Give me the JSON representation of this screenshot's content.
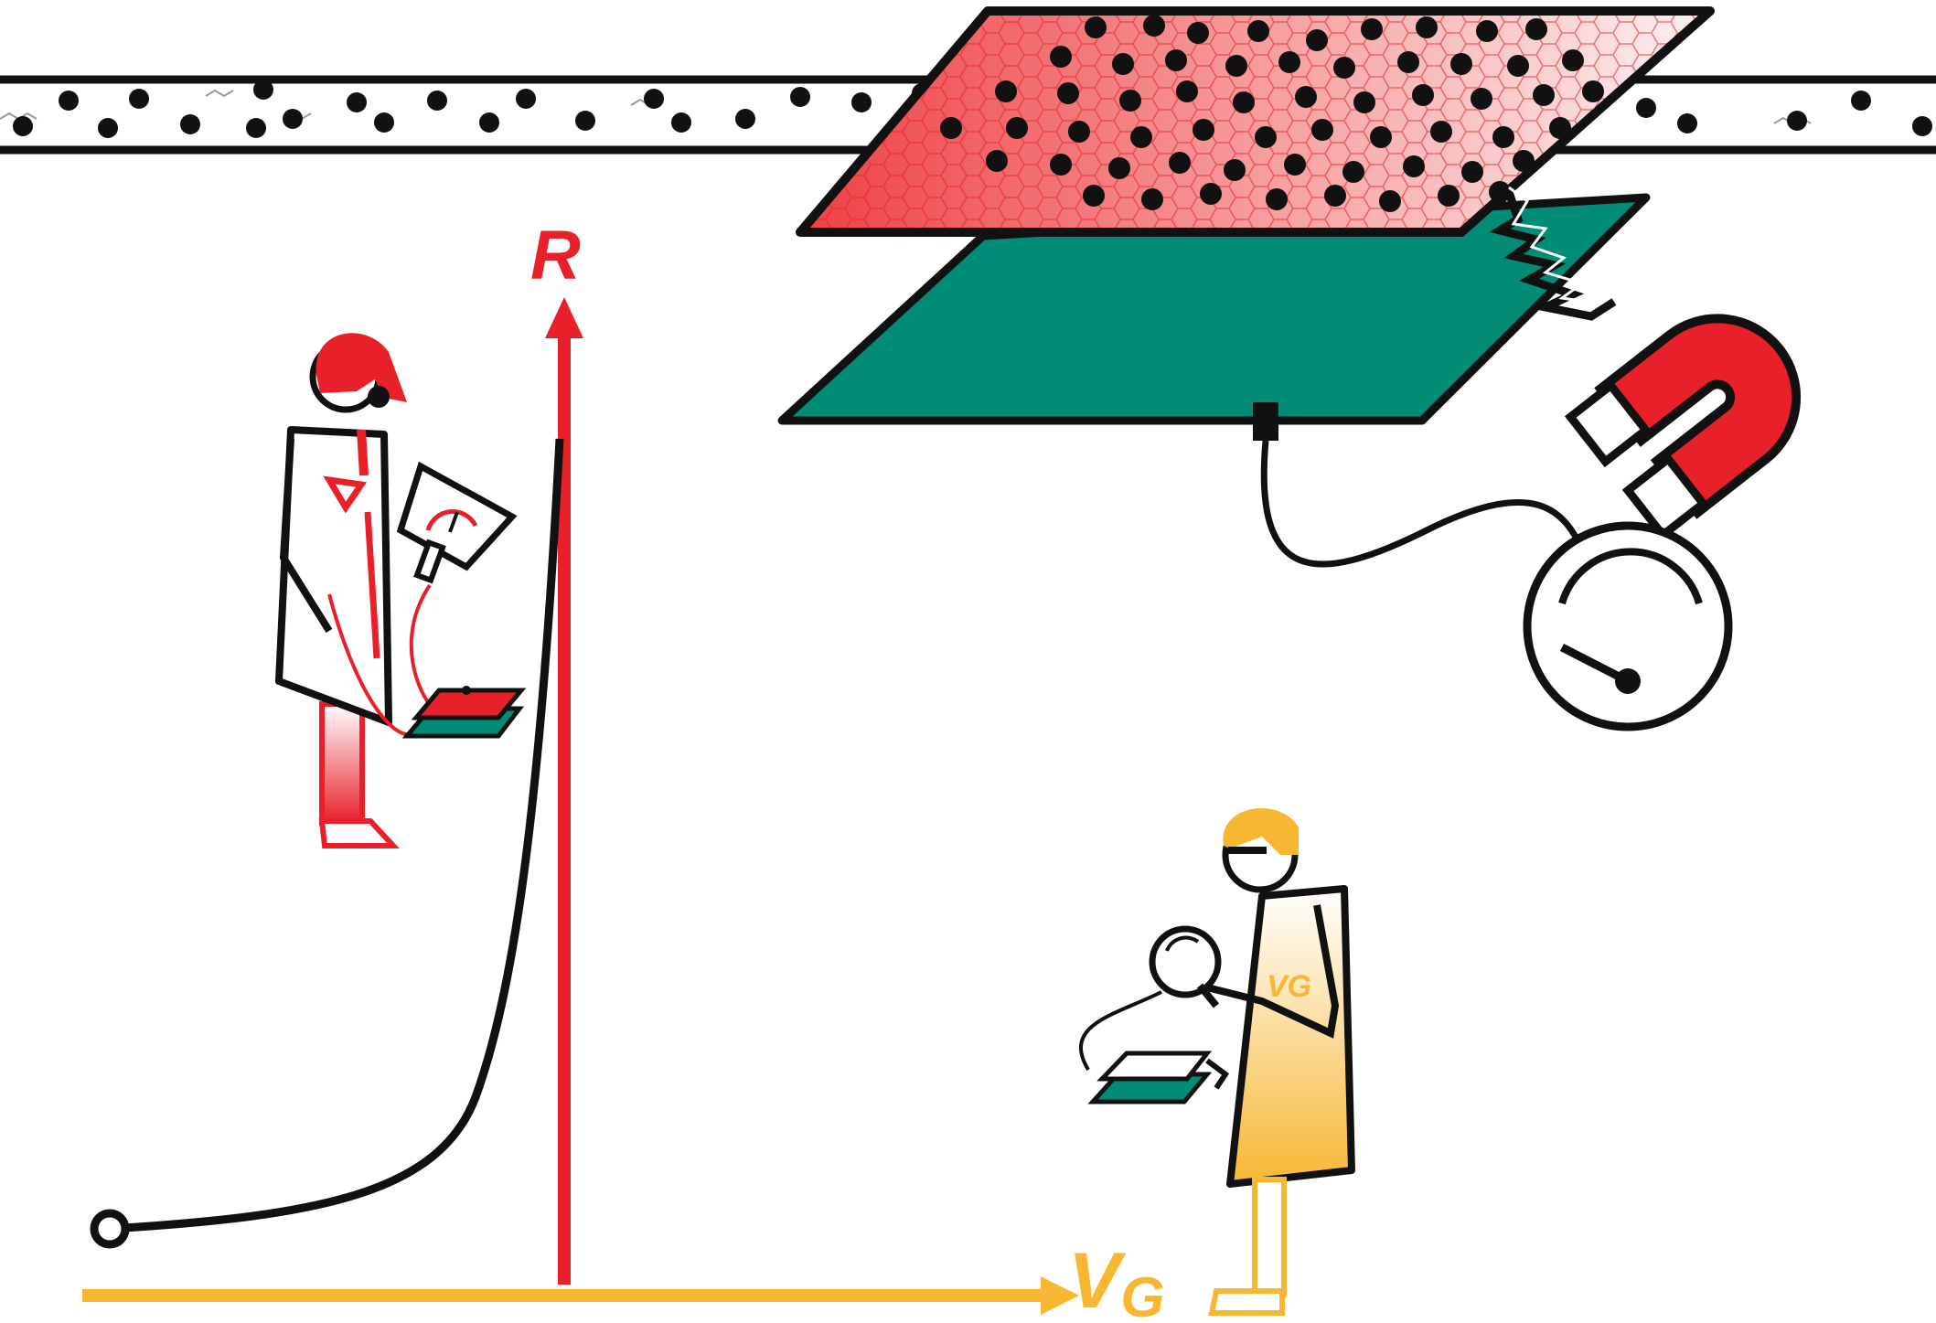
{
  "labels": {
    "y_axis": "R",
    "x_axis_main": "V",
    "x_axis_sub": "G",
    "coat_badge": "VG"
  },
  "colors": {
    "red": "#e8202a",
    "yellow": "#f7b733",
    "teal": "#008c75",
    "black": "#111111",
    "white": "#ffffff"
  },
  "icons": [
    "magnet-icon",
    "gauge-icon",
    "graphene-sheet-icon",
    "scientist-red-icon",
    "scientist-yellow-icon"
  ]
}
